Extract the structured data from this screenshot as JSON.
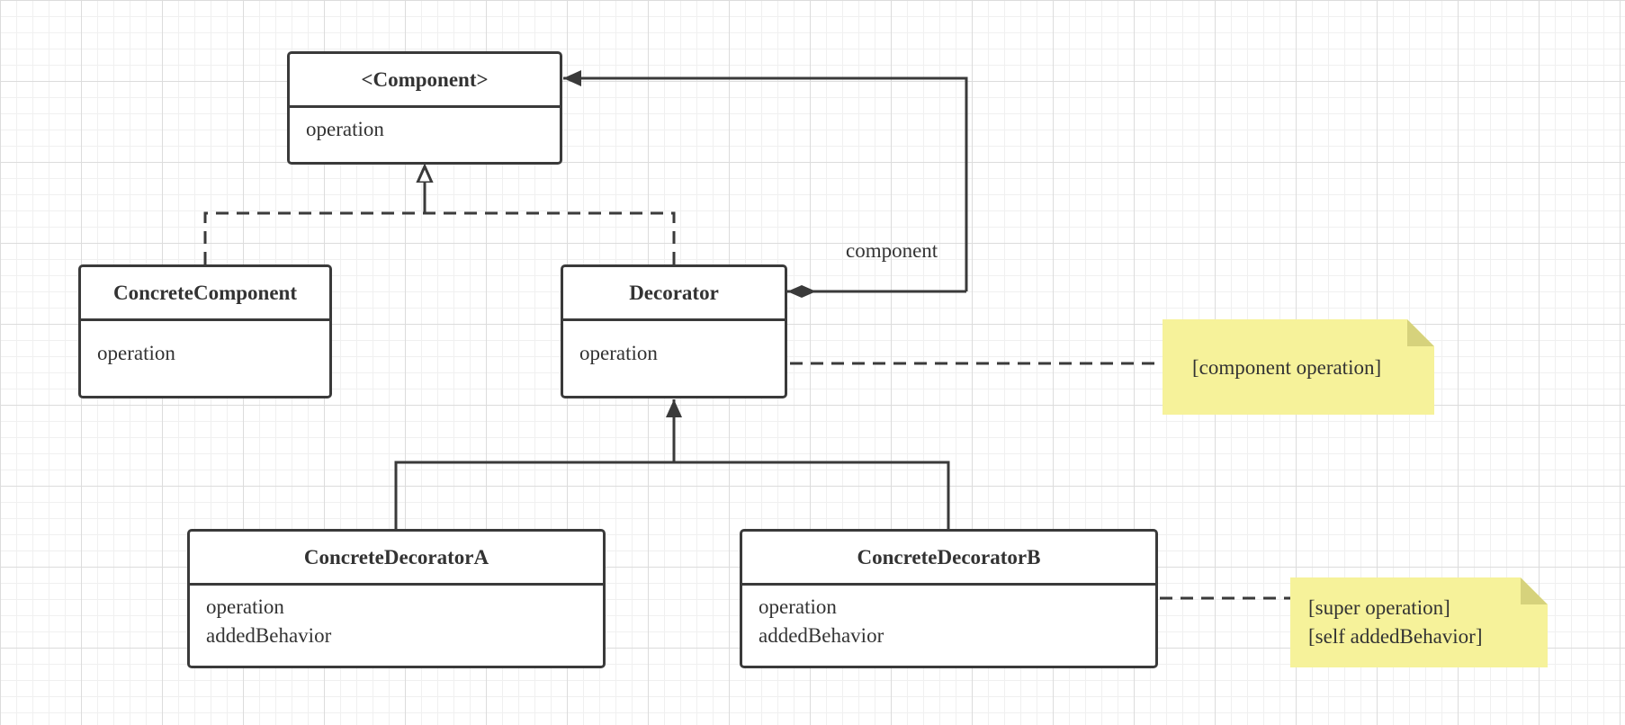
{
  "classes": {
    "component": {
      "name": "<Component>",
      "methods": [
        "operation"
      ]
    },
    "concrete_component": {
      "name": "ConcreteComponent",
      "methods": [
        "operation"
      ]
    },
    "decorator": {
      "name": "Decorator",
      "methods": [
        "operation"
      ]
    },
    "concrete_decorator_a": {
      "name": "ConcreteDecoratorA",
      "methods": [
        "operation",
        "addedBehavior"
      ]
    },
    "concrete_decorator_b": {
      "name": "ConcreteDecoratorB",
      "methods": [
        "operation",
        "addedBehavior"
      ]
    }
  },
  "notes": {
    "decorator_note": [
      "[component operation]"
    ],
    "decorator_b_note": [
      "[super operation]",
      "[self addedBehavior]"
    ]
  },
  "edges": {
    "composition_label": "component"
  },
  "colors": {
    "stroke": "#3a3a3a",
    "note_fill": "#f6f29a",
    "note_fold": "#d6d27c",
    "grid": "#dcdcdc"
  }
}
